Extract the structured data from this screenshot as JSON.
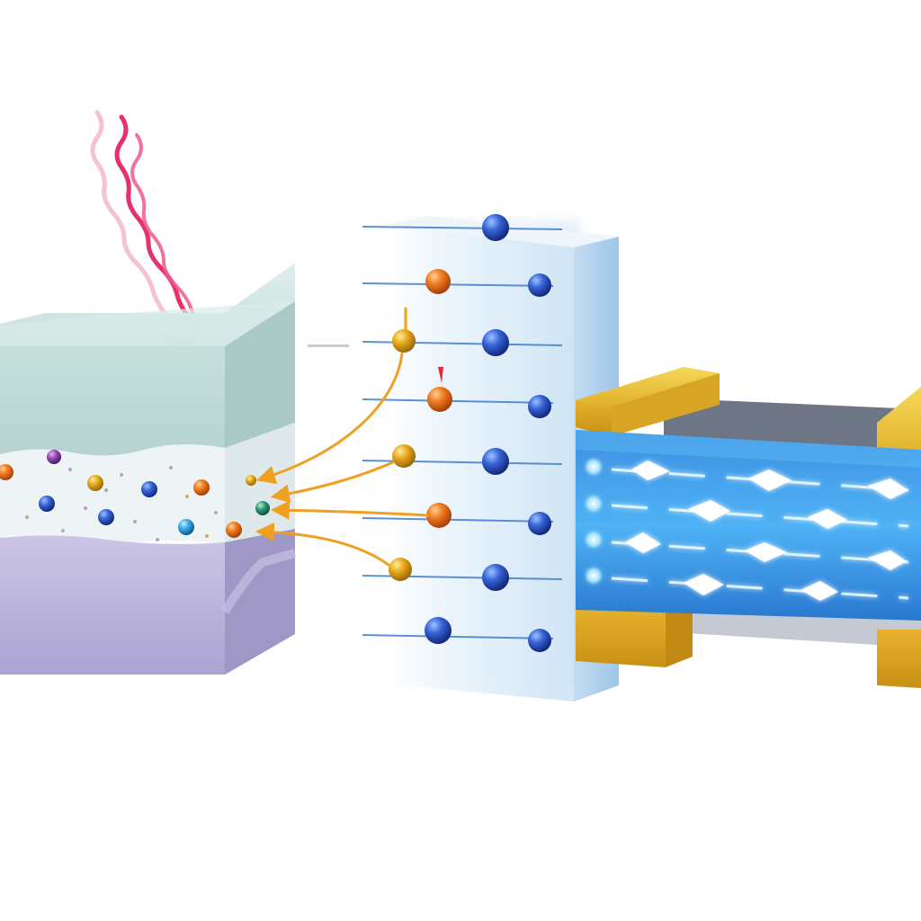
{
  "diagram": {
    "colors": {
      "background": "#ffffff",
      "incoming_wave": "#e8316a",
      "absorber_top": "#cfe3e0",
      "absorber_front": "#bdd9d6",
      "absorber_side": "#a9c9c7",
      "absorber_base_front": "#b9b3d9",
      "absorber_base_side": "#9f98c6",
      "interface_layer": "#eef3f6",
      "membrane_face": "#dcecf7",
      "membrane_side": "#b3d4ee",
      "level_line": "#3f7fd0",
      "electron": "#2f5fd0",
      "hole": "#f07a1e",
      "carrier_gold": "#e8a81a",
      "transfer_arrow": "#f0a020",
      "electrode_gold": "#e5b92e",
      "channel_blue": "#2f8ee6",
      "channel_glow": "#9fe0ff",
      "channel_back": "#6e7585"
    },
    "parts": [
      {
        "name": "incoming-radiation",
        "icon": "wavy-arrow-icon"
      },
      {
        "name": "absorber-block",
        "icon": "cube-icon"
      },
      {
        "name": "energy-level-membrane",
        "icon": "slab-icon"
      },
      {
        "name": "channel-device",
        "icon": "transistor-icon"
      }
    ],
    "particle_legend": [
      {
        "kind": "electron",
        "icon": "blue-sphere-icon"
      },
      {
        "kind": "hole",
        "icon": "orange-sphere-icon"
      },
      {
        "kind": "intermediate",
        "icon": "gold-sphere-icon"
      }
    ],
    "energy_level_count": 8,
    "charge_transfer_paths": 4,
    "channel_lanes": 4
  }
}
